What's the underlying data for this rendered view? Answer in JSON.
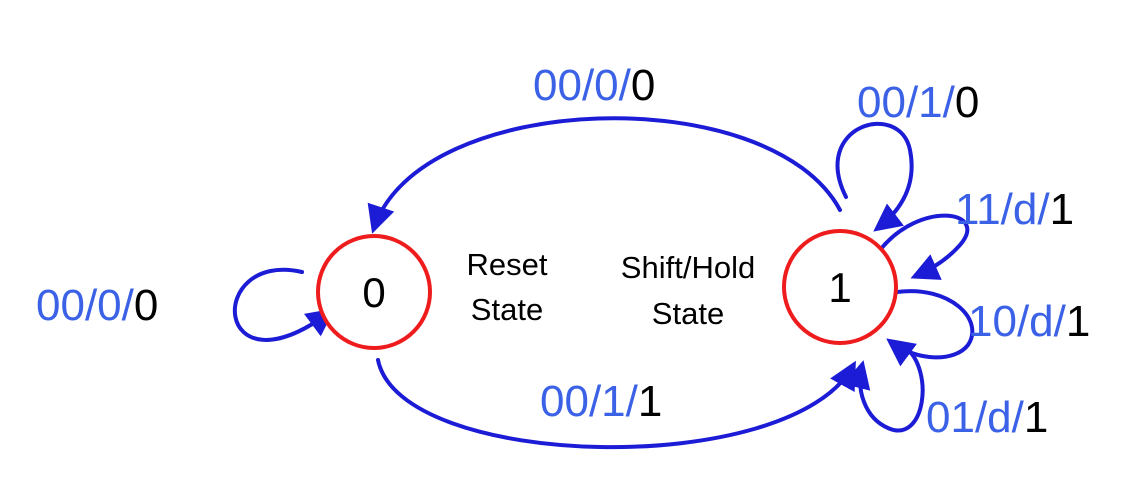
{
  "colors": {
    "state_outline": "#ee1c1c",
    "arrow": "#1c1cd6",
    "label_blue": "#3b61e6",
    "label_black": "#000000"
  },
  "states": {
    "s0": {
      "label": "0",
      "desc_line1": "Reset",
      "desc_line2": "State"
    },
    "s1": {
      "label": "1",
      "desc_line1": "Shift/Hold",
      "desc_line2": "State"
    }
  },
  "transitions": {
    "s1_to_s0": {
      "in": "00/",
      "mid": "0/",
      "out": "0"
    },
    "s0_to_s1": {
      "in": "00/",
      "mid": "1/",
      "out": "1"
    },
    "s0_self": {
      "in": "00/",
      "mid": "0/",
      "out": "0"
    },
    "s1_self_top": {
      "in": "00/",
      "mid": "1/",
      "out": "0"
    },
    "s1_self_11": {
      "in": "11/",
      "mid": "d/",
      "out": "1"
    },
    "s1_self_10": {
      "in": "10/",
      "mid": "d/",
      "out": "1"
    },
    "s1_self_01": {
      "in": "01/",
      "mid": "d/",
      "out": "1"
    }
  }
}
